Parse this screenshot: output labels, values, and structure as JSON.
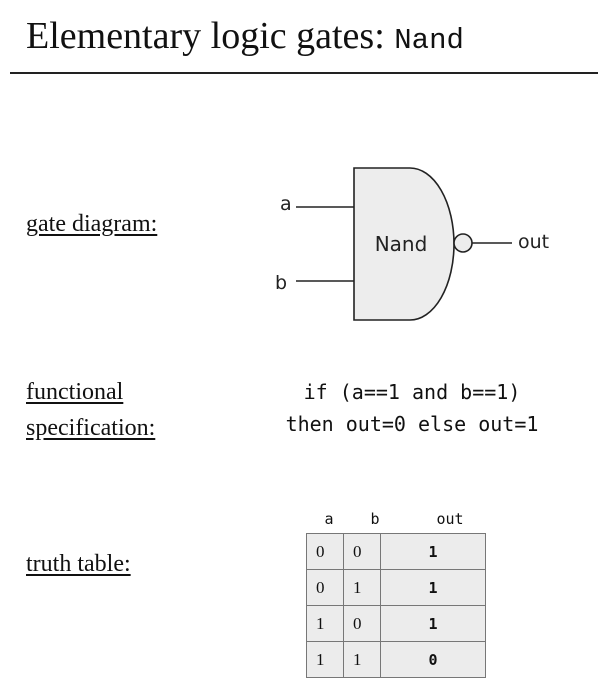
{
  "title": {
    "text": "Elementary logic gates: ",
    "gate_name": "Nand"
  },
  "sections": {
    "gate_diagram_label": "gate diagram:",
    "functional_label_line1": "functional",
    "functional_label_line2": "specification:",
    "truth_table_label": "truth table:"
  },
  "gate": {
    "name": "Nand",
    "input_a": "a",
    "input_b": "b",
    "output": "out"
  },
  "spec": {
    "line1": "if (a==1 and b==1)",
    "line2": "then out=0 else out=1"
  },
  "truth_table": {
    "headers": [
      "a",
      "b",
      "out"
    ],
    "rows": [
      [
        "0",
        "0",
        "1"
      ],
      [
        "0",
        "1",
        "1"
      ],
      [
        "1",
        "0",
        "1"
      ],
      [
        "1",
        "1",
        "0"
      ]
    ]
  }
}
